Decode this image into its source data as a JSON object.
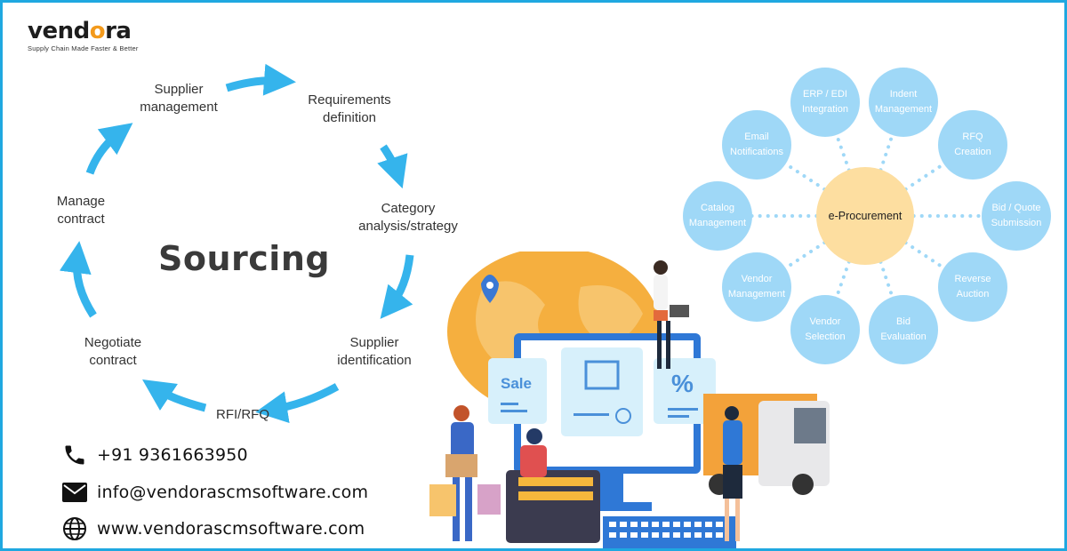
{
  "brand": {
    "name_prefix": "vend",
    "name_o": "o",
    "name_suffix": "ra",
    "tagline": "Supply Chain Made Faster & Better",
    "colors": {
      "dark": "#1d1d1d",
      "accent": "#f39a1c",
      "border": "#1fa8e0"
    }
  },
  "sourcing_cycle": {
    "title": "Sourcing",
    "steps": [
      {
        "label": "Supplier\nmanagement"
      },
      {
        "label": "Requirements\ndefinition"
      },
      {
        "label": "Category\nanalysis/strategy"
      },
      {
        "label": "Supplier\nidentification"
      },
      {
        "label": "RFI/RFQ"
      },
      {
        "label": "Negotiate\ncontract"
      },
      {
        "label": "Manage\ncontract"
      }
    ],
    "arrow_color": "#35b4ec"
  },
  "eprocurement": {
    "hub": "e-Procurement",
    "nodes": [
      {
        "label": "ERP / EDI\nIntegration"
      },
      {
        "label": "Indent\nManagement"
      },
      {
        "label": "RFQ\nCreation"
      },
      {
        "label": "Bid / Quote\nSubmission"
      },
      {
        "label": "Reverse\nAuction"
      },
      {
        "label": "Bid\nEvaluation"
      },
      {
        "label": "Vendor\nSelection"
      },
      {
        "label": "Vendor\nManagement"
      },
      {
        "label": "Catalog\nManagement"
      },
      {
        "label": "Email\nNotifications"
      }
    ],
    "node_color": "#9fd8f7",
    "hub_color": "#fddea0"
  },
  "illustration": {
    "screen_card_text": "Sale",
    "percent_text": "%"
  },
  "contacts": {
    "phone": "+91 9361663950",
    "email": "info@vendorascmsoftware.com",
    "website": "www.vendorascmsoftware.com"
  }
}
